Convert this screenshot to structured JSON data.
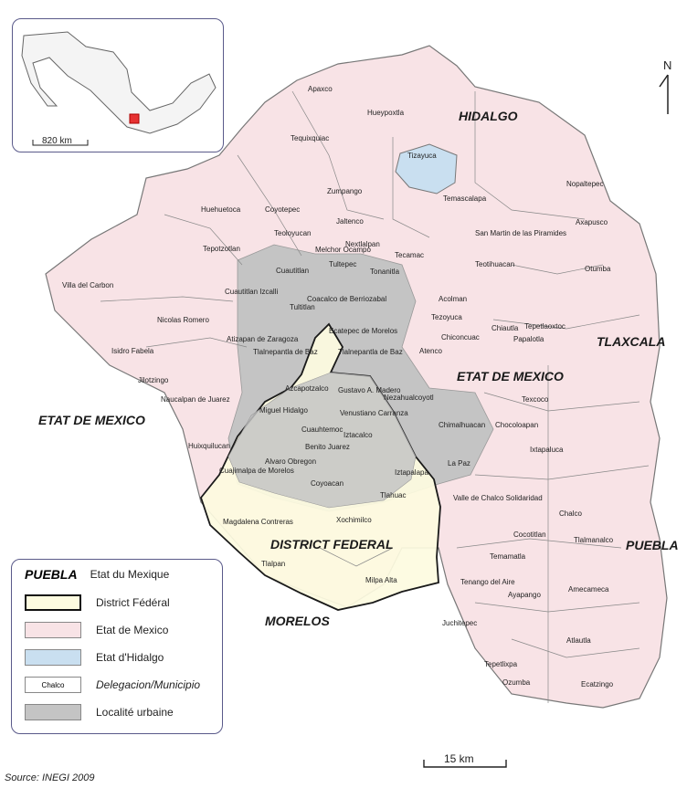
{
  "inset": {
    "scale_label": "820 km"
  },
  "north": {
    "label": "N"
  },
  "regions": [
    {
      "name": "HIDALGO"
    },
    {
      "name": "TLAXCALA"
    },
    {
      "name": "ETAT DE MEXICO"
    },
    {
      "name": "ETAT DE MEXICO"
    },
    {
      "name": "DISTRICT FEDERAL"
    },
    {
      "name": "PUEBLA"
    },
    {
      "name": "MORELOS"
    }
  ],
  "municipios": [
    "Apaxco",
    "Hueypoxtla",
    "Tequixquiac",
    "Tizayuca",
    "Zumpango",
    "Temascalapa",
    "Nopaltepec",
    "Huehuetoca",
    "Coyotepec",
    "Axapusco",
    "Teoloyucan",
    "Jaltenco",
    "San Martin de las Piramides",
    "Tepotzotlan",
    "Melchor Ocampo",
    "Nextlalpan",
    "Tultepec",
    "Tecamac",
    "Tonanitla",
    "Teotihuacan",
    "Otumba",
    "Cuautitlan",
    "Villa del Carbon",
    "Cuautitlan Izcalli",
    "Coacalco de Berriozabal",
    "Acolman",
    "Tultitlan",
    "Nicolas Romero",
    "Tezoyuca",
    "Ecatepec de Morelos",
    "Chiautla",
    "Tepetlaoxtoc",
    "Atizapan de Zaragoza",
    "Chiconcuac",
    "Papalotla",
    "Isidro Fabela",
    "Tlalnepantla de Baz",
    "Tlalnepantla de Baz",
    "Atenco",
    "Jilotzingo",
    "Texcoco",
    "Azcapotzalco",
    "Gustavo A. Madero",
    "Nezahualcoyotl",
    "Naucalpan de Juarez",
    "Miguel Hidalgo",
    "Venustiano Carranza",
    "Chimalhuacan",
    "Chocoloapan",
    "Cuauhtemoc",
    "Iztacalco",
    "Huixquilucan",
    "Benito Juarez",
    "La Paz",
    "Ixtapaluca",
    "Alvaro Obregon",
    "Cuajimalpa de Morelos",
    "Coyoacan",
    "Iztapalapa",
    "Tlahuac",
    "Valle de Chalco Solidaridad",
    "Chalco",
    "Magdalena Contreras",
    "Xochimilco",
    "Cocotitlan",
    "Tlalmanalco",
    "Temamatla",
    "Tlalpan",
    "Milpa Alta",
    "Tenango del Aire",
    "Ayapango",
    "Amecameca",
    "Juchitepec",
    "Atlautla",
    "Tepetlixpa",
    "Ozumba",
    "Ecatzingo"
  ],
  "scale": {
    "label": "15 km"
  },
  "legend": {
    "header_code": "PUEBLA",
    "header_text": "Etat du Mexique",
    "items": [
      {
        "label": "District Fédéral",
        "color": "#fdfbe0"
      },
      {
        "label": "Etat de Mexico",
        "color": "#f8e3e6"
      },
      {
        "label": "Etat d'Hidalgo",
        "color": "#c9dff0"
      },
      {
        "label": "Delegacion/Municipio",
        "swatch_text": "Chalco"
      },
      {
        "label": "Localité urbaine",
        "color": "#c4c4c4"
      }
    ]
  },
  "source": "Source: INEGI 2009",
  "colors": {
    "etat_mexico": "#f8e3e6",
    "df": "#fdfbe0",
    "hidalgo": "#c9dff0",
    "urban": "#c4c4c4",
    "border": "#777777"
  }
}
